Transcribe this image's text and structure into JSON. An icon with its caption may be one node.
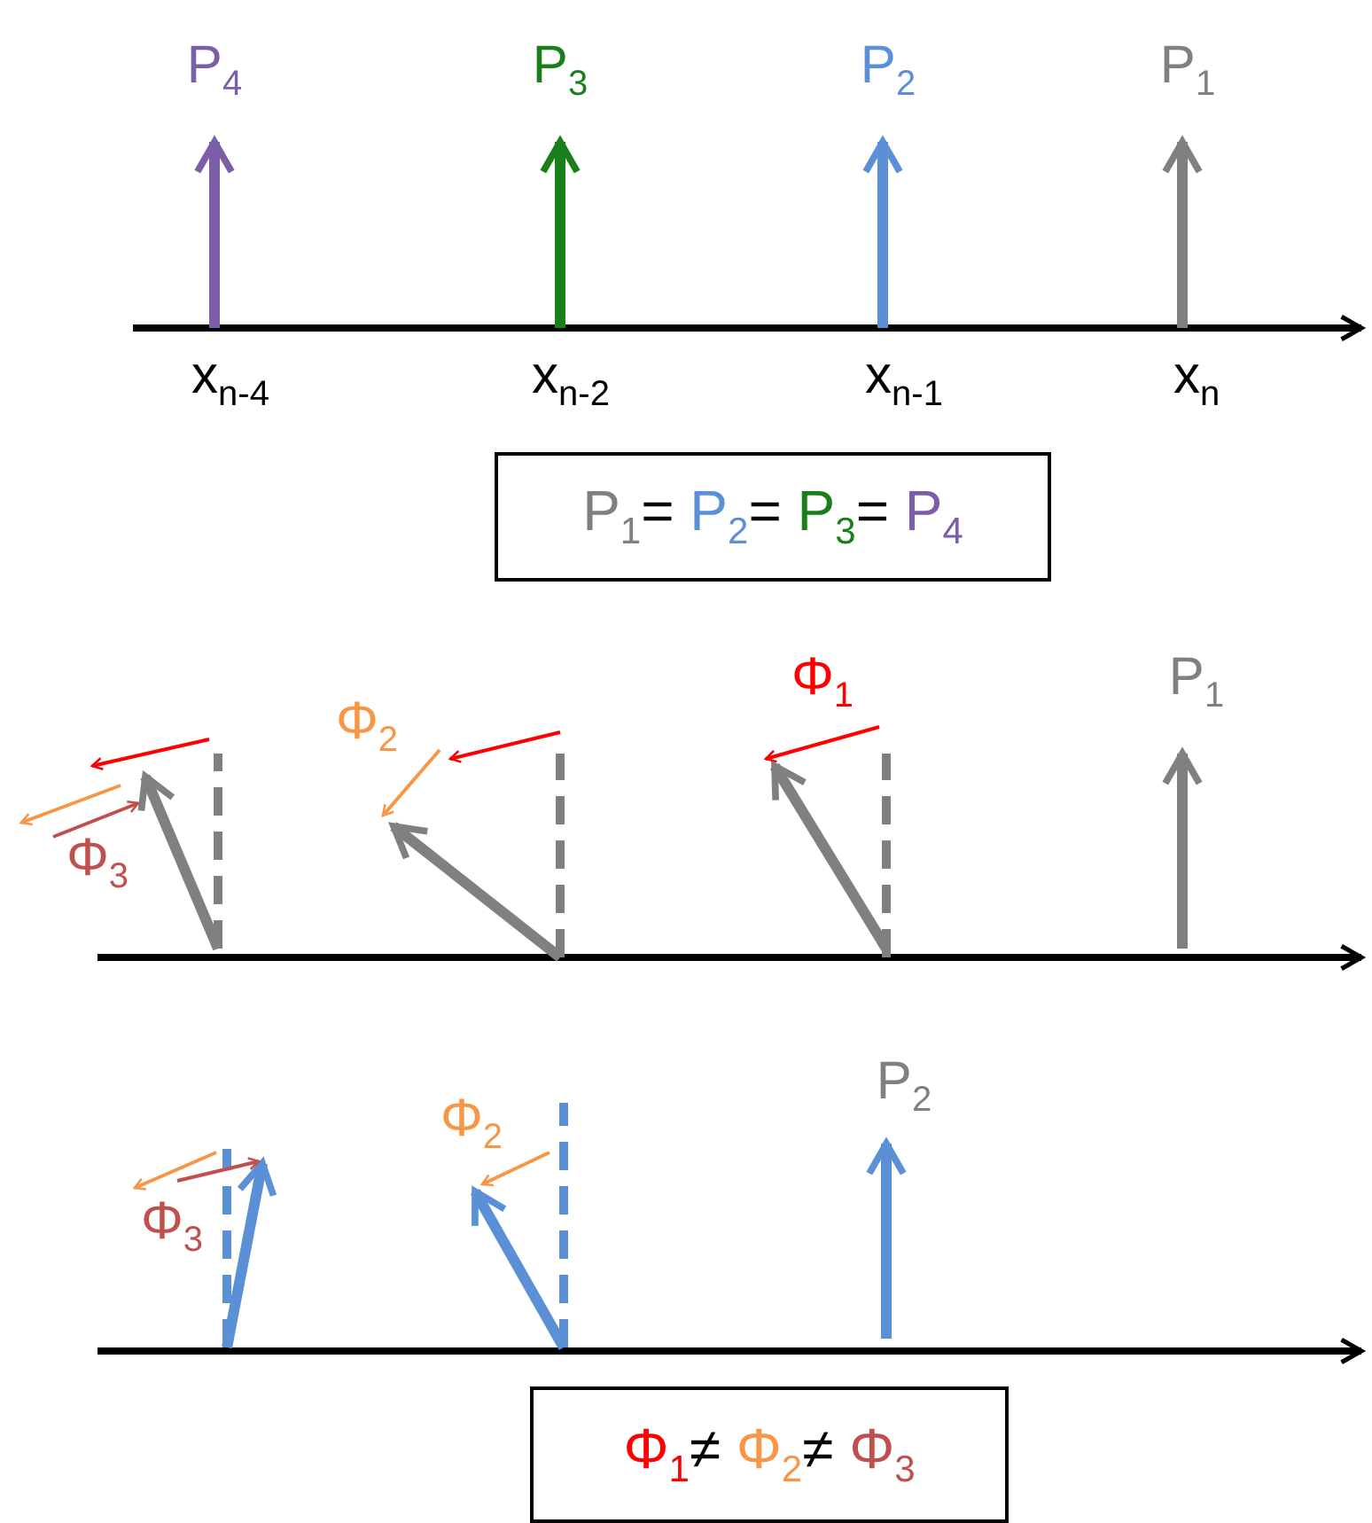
{
  "diagram": {
    "nodes": [
      {
        "text": [
          "P$_{1}$= P$_{2}$= P$_{3}$= P$_{4}$"
        ]
      },
      {
        "text": [
          "Φ$_{1}$≠ Φ$_{2}$≠ Φ$_{3}$"
        ]
      }
    ],
    "labels": [
      "P$_{4}$",
      "P$_{3}$",
      "P$_{2}$",
      "P$_{1}$",
      "x$_{n-4}$",
      "x$_{n-2}$",
      "x$_{n-1}$",
      "x$_{n}$",
      "Φ$_{1}$",
      "P$_{1}$",
      "Φ$_{2}$",
      "Φ$_{3}$",
      "P$_{2}$",
      "Φ$_{2}$",
      "Φ$_{3}$"
    ]
  }
}
